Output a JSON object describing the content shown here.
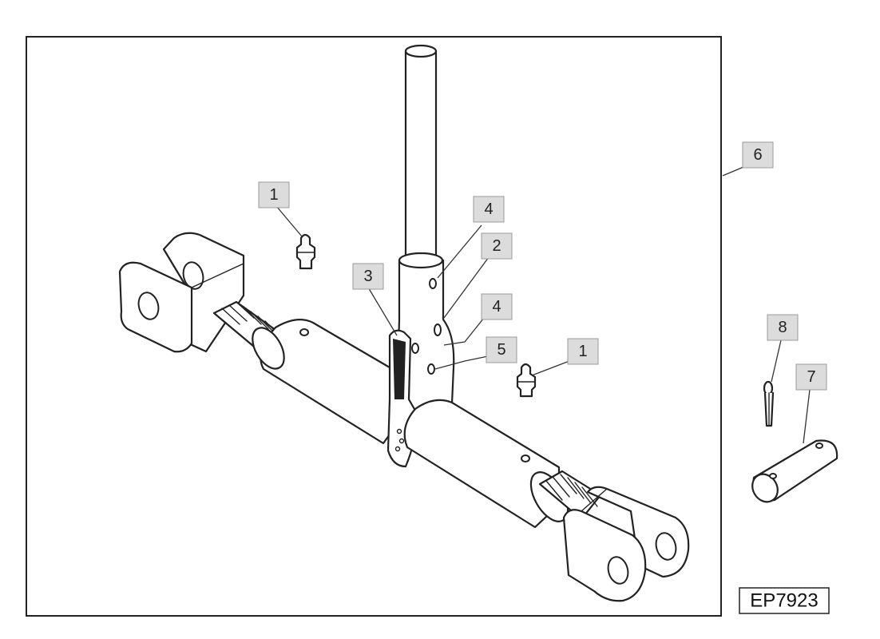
{
  "callouts": [
    {
      "id": "c1a",
      "label": "1"
    },
    {
      "id": "c1b",
      "label": "1"
    },
    {
      "id": "c2",
      "label": "2"
    },
    {
      "id": "c3",
      "label": "3"
    },
    {
      "id": "c4a",
      "label": "4"
    },
    {
      "id": "c4b",
      "label": "4"
    },
    {
      "id": "c5",
      "label": "5"
    },
    {
      "id": "c6",
      "label": "6"
    },
    {
      "id": "c7",
      "label": "7"
    },
    {
      "id": "c8",
      "label": "8"
    }
  ],
  "figure_ref": "EP7923"
}
